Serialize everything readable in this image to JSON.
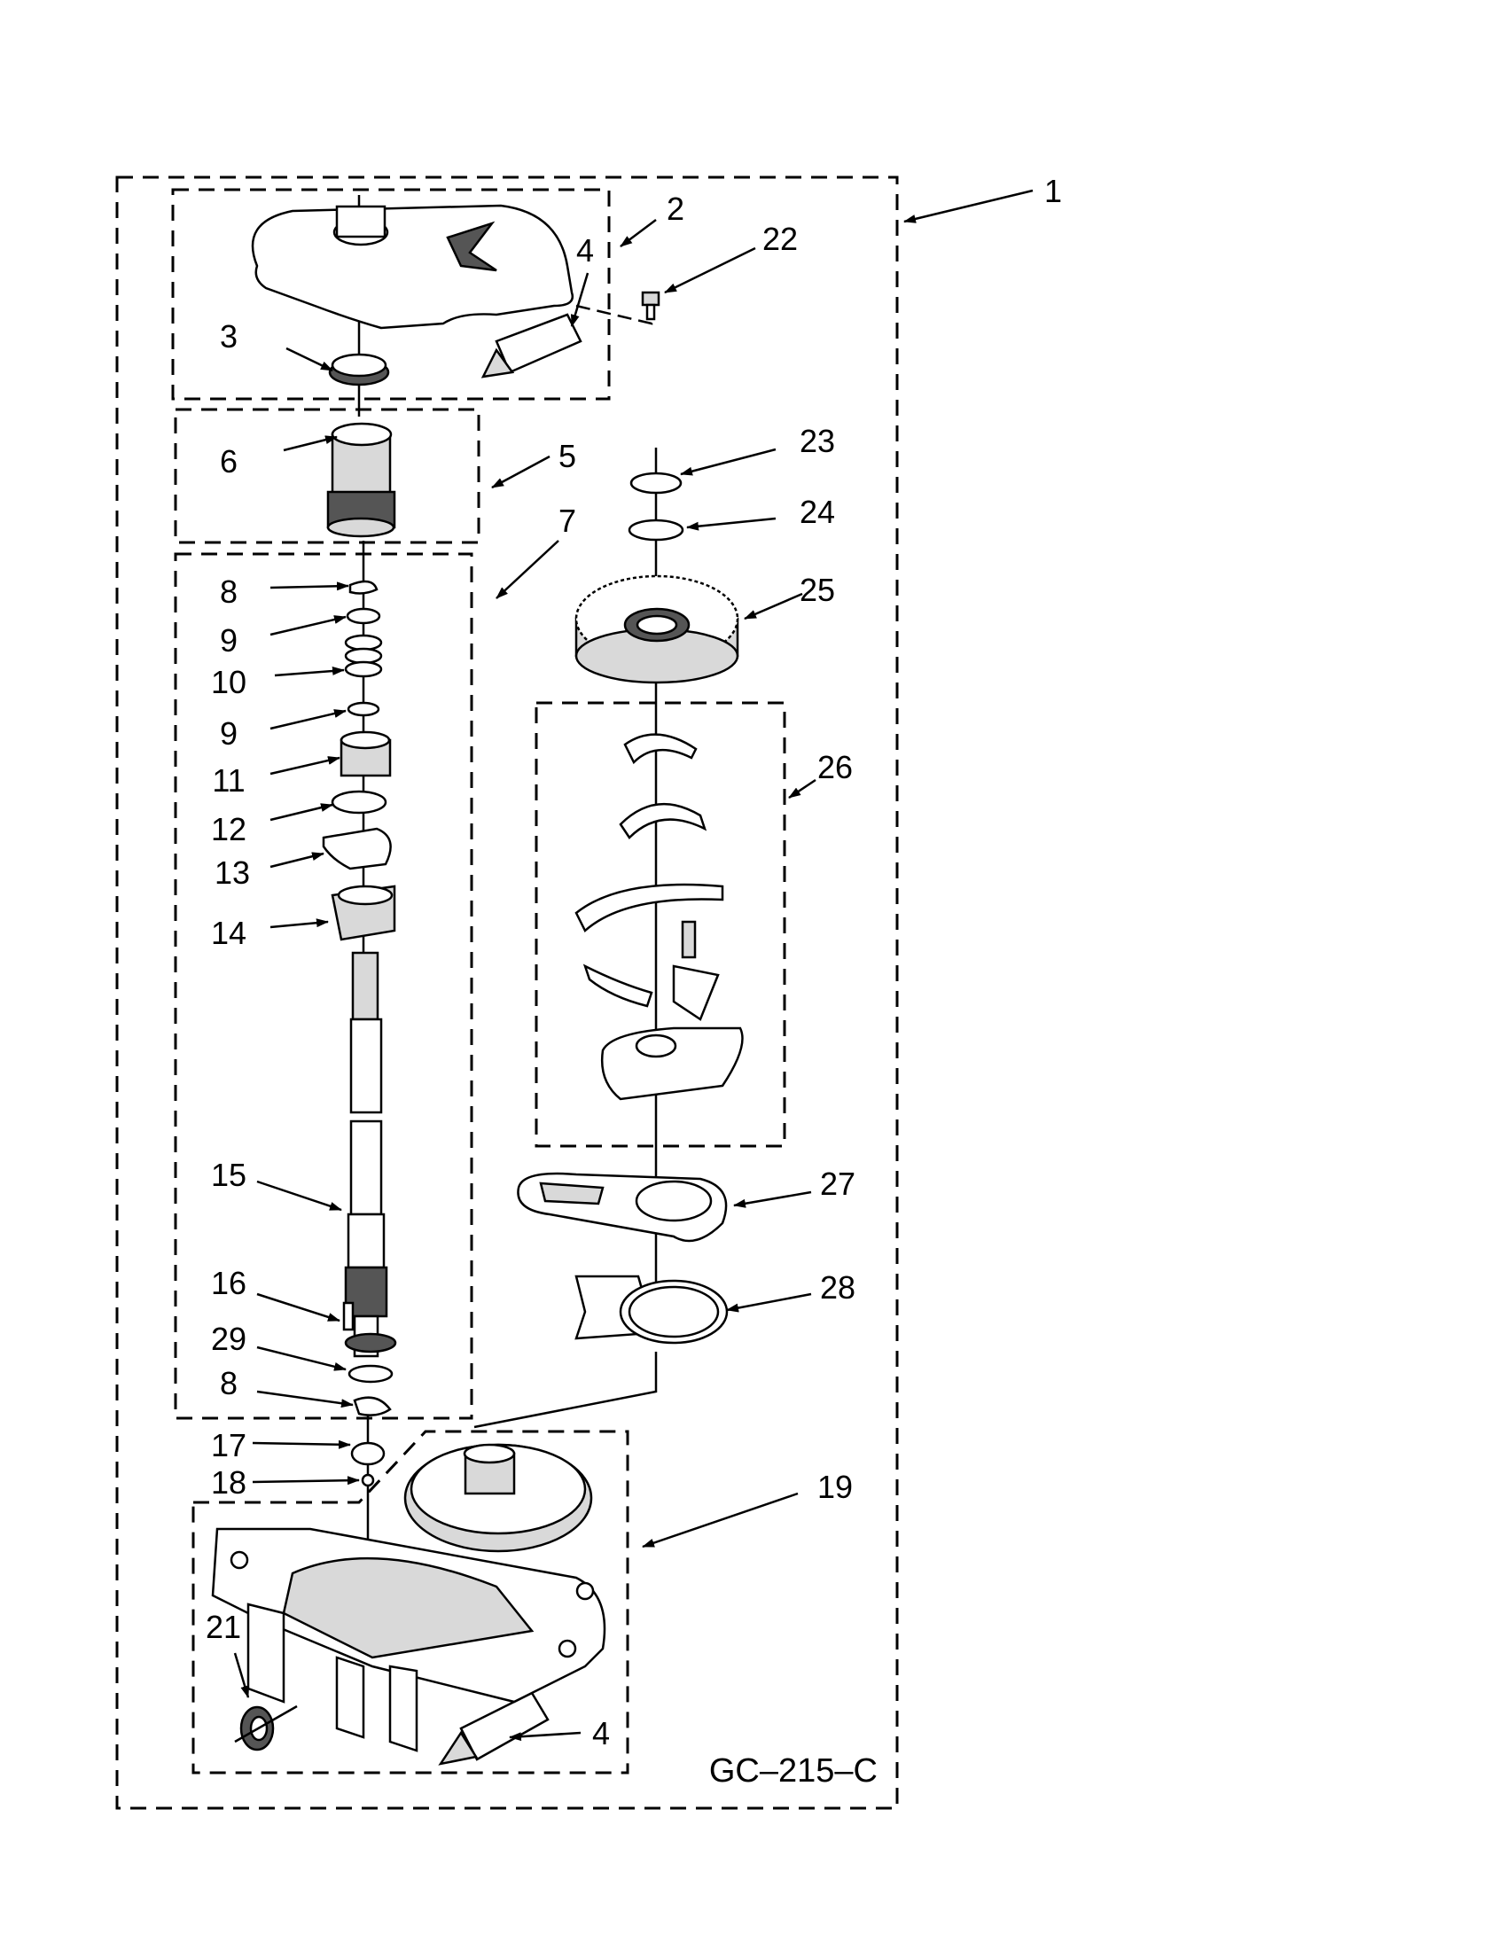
{
  "diagram_code": "GC–215–C",
  "callouts": [
    {
      "id": "c1",
      "text": "1"
    },
    {
      "id": "c2",
      "text": "2"
    },
    {
      "id": "c3",
      "text": "3"
    },
    {
      "id": "c4a",
      "text": "4"
    },
    {
      "id": "c4b",
      "text": "4"
    },
    {
      "id": "c5",
      "text": "5"
    },
    {
      "id": "c6",
      "text": "6"
    },
    {
      "id": "c7",
      "text": "7"
    },
    {
      "id": "c8a",
      "text": "8"
    },
    {
      "id": "c8b",
      "text": "8"
    },
    {
      "id": "c9a",
      "text": "9"
    },
    {
      "id": "c9b",
      "text": "9"
    },
    {
      "id": "c10",
      "text": "10"
    },
    {
      "id": "c11",
      "text": "11"
    },
    {
      "id": "c12",
      "text": "12"
    },
    {
      "id": "c13",
      "text": "13"
    },
    {
      "id": "c14",
      "text": "14"
    },
    {
      "id": "c15",
      "text": "15"
    },
    {
      "id": "c16",
      "text": "16"
    },
    {
      "id": "c17",
      "text": "17"
    },
    {
      "id": "c18",
      "text": "18"
    },
    {
      "id": "c19",
      "text": "19"
    },
    {
      "id": "c21",
      "text": "21"
    },
    {
      "id": "c22",
      "text": "22"
    },
    {
      "id": "c23",
      "text": "23"
    },
    {
      "id": "c24",
      "text": "24"
    },
    {
      "id": "c25",
      "text": "25"
    },
    {
      "id": "c26",
      "text": "26"
    },
    {
      "id": "c27",
      "text": "27"
    },
    {
      "id": "c28",
      "text": "28"
    },
    {
      "id": "c29",
      "text": "29"
    }
  ]
}
